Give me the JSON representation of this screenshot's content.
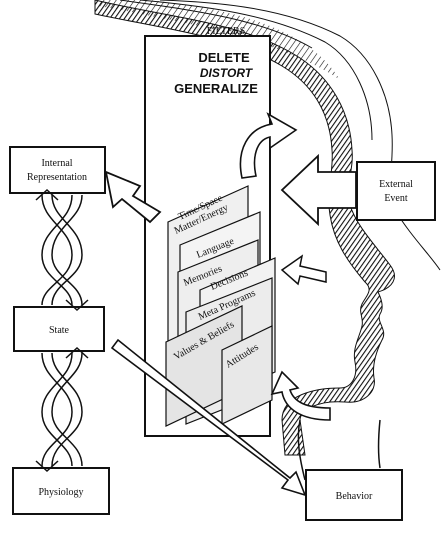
{
  "filters": {
    "title": "FILTERS",
    "delete": "DELETE",
    "distort": "DISTORT",
    "generalize": "GENERALIZE"
  },
  "boxes": {
    "internal_representation": [
      "Internal",
      "Representation"
    ],
    "state": "State",
    "physiology": "Physiology",
    "external_event": [
      "External",
      "Event"
    ],
    "behavior": "Behavior"
  },
  "cards": {
    "time_space": [
      "Time/Space",
      "Matter/Energy"
    ],
    "language": "Language",
    "memories": "Memories",
    "decisions": "Decisions",
    "meta_programs": "Meta Programs",
    "values_beliefs": "Values & Beliefs",
    "attitudes": "Attitudes"
  },
  "colors": {
    "ink": "#111111",
    "paper": "#ffffff",
    "card_fill": "#e8e8e8"
  }
}
